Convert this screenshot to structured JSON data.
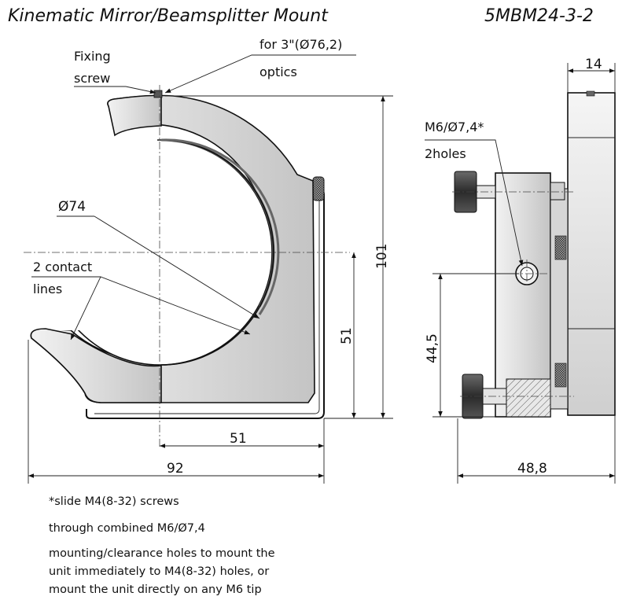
{
  "header": {
    "title": "Kinematic Mirror/Beamsplitter Mount",
    "model": "5MBM24-3-2"
  },
  "labels": {
    "fixing_1": "Fixing",
    "fixing_2": "screw",
    "optics_1": "for 3\"(Ø76,2)",
    "optics_2": "optics",
    "diameter": "Ø74",
    "contact_1": "2 contact",
    "contact_2": "lines",
    "holes_1": "M6/Ø7,4*",
    "holes_2": "2holes"
  },
  "dimensions": {
    "height_total": "101",
    "height_51": "51",
    "width_51": "51",
    "width_92": "92",
    "depth_14": "14",
    "height_44_5": "44,5",
    "depth_48_8": "48,8"
  },
  "notes": [
    "*slide M4(8-32) screws",
    "through combined M6/Ø7,4",
    "mounting/clearance holes to mount the",
    "unit immediately to M4(8-32) holes, or",
    "mount the unit directly on any M6 tip"
  ],
  "colors": {
    "line": "#111111",
    "fill_light": "#e6e6e6",
    "fill_mid": "#bdbdbd",
    "fill_dark": "#3a3a3a",
    "background": "#ffffff"
  }
}
